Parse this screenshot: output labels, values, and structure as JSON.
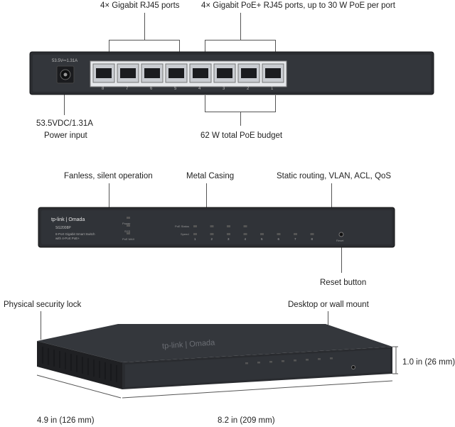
{
  "rear": {
    "label_gigabit": "4× Gigabit RJ45 ports",
    "label_poe": "4× Gigabit PoE+ RJ45 ports, up to 30 W PoE per port",
    "power_rating_text": "53.5V⎓1.31A",
    "label_power_line1": "53.5VDC/1.31A",
    "label_power_line2": "Power input",
    "label_budget": "62 W total PoE budget",
    "port_numbers": [
      "8",
      "7",
      "6",
      "5",
      "4",
      "3",
      "2",
      "1"
    ]
  },
  "front": {
    "label_fanless": "Fanless, silent operation",
    "label_metal": "Metal Casing",
    "label_routing": "Static routing, VLAN, ACL, QoS",
    "label_reset": "Reset button",
    "brand_logo": "tp-link | Omada",
    "model": "SG2008P",
    "description_line1": "8-Port Gigabit Smart Switch",
    "description_line2": "with 4-Port PoE+",
    "led_labels": [
      "Power",
      "SYS",
      "PoE MAX",
      "PoE Status",
      "Speed"
    ],
    "port_numbers": [
      "1",
      "2",
      "3",
      "4",
      "5",
      "6",
      "7",
      "8"
    ],
    "reset_text": "Reset"
  },
  "angled": {
    "label_lock": "Physical security lock",
    "label_mount": "Desktop or wall mount",
    "dim_height": "1.0 in (26 mm)",
    "dim_depth": "4.9 in (126 mm)",
    "dim_width": "8.2 in (209 mm)",
    "top_logo": "tp-link | Omada"
  },
  "colors": {
    "chassis": "#2b2d31",
    "chassis_dark": "#1c1d20",
    "port_silver": "#c9ccd1",
    "line": "#555555"
  }
}
